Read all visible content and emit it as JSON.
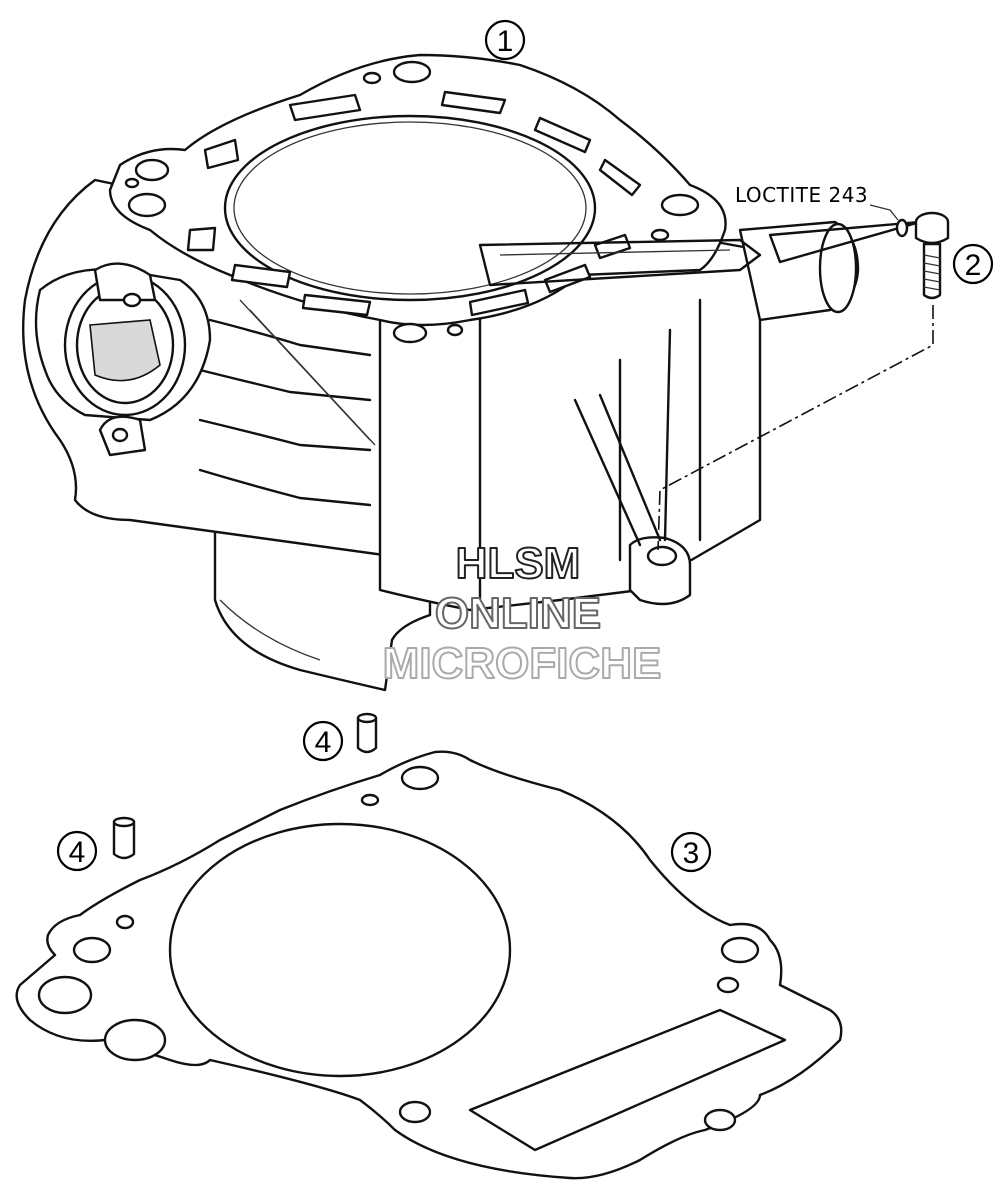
{
  "diagram": {
    "callouts": [
      {
        "id": "callout-1",
        "label": "1"
      },
      {
        "id": "callout-2",
        "label": "2"
      },
      {
        "id": "callout-3",
        "label": "3"
      },
      {
        "id": "callout-4-top",
        "label": "4"
      },
      {
        "id": "callout-4-left",
        "label": "4"
      }
    ],
    "note": "LOCTITE 243",
    "watermark": {
      "line1": "HLSM",
      "line2": "ONLINE",
      "line3": "MICROFICHE"
    }
  }
}
